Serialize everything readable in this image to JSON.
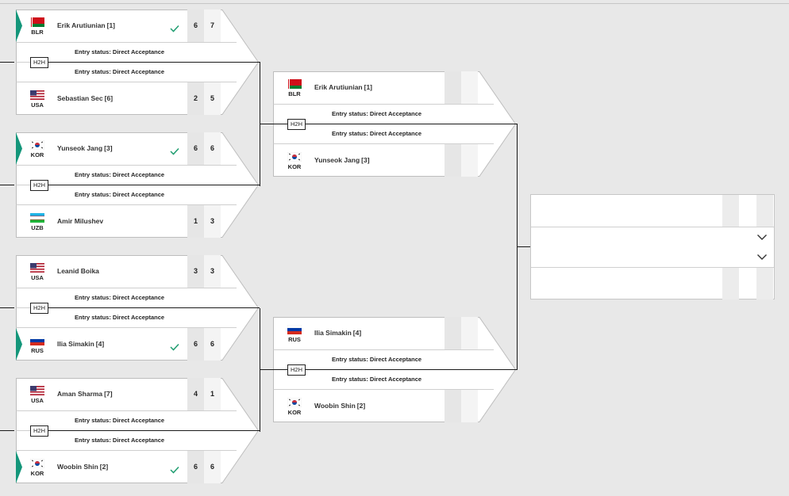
{
  "h2h_label": "H2H",
  "colors": {
    "accent": "#14967a",
    "check": "#1f9d70",
    "score_bg": "#e6e6e6",
    "connector": "#1a1a1a"
  },
  "round1": [
    {
      "players": [
        {
          "code": "BLR",
          "flag": "blr",
          "name": "Erik Arutiunian",
          "seed": "[1]",
          "winner": true,
          "scores": [
            "6",
            "7"
          ]
        },
        {
          "code": "USA",
          "flag": "usa",
          "name": "Sebastian Sec",
          "seed": "[6]",
          "winner": false,
          "scores": [
            "2",
            "5"
          ]
        }
      ],
      "entries": [
        "Entry status: Direct Acceptance",
        "Entry status: Direct Acceptance"
      ]
    },
    {
      "players": [
        {
          "code": "KOR",
          "flag": "kor",
          "name": "Yunseok Jang",
          "seed": "[3]",
          "winner": true,
          "scores": [
            "6",
            "6"
          ]
        },
        {
          "code": "UZB",
          "flag": "uzb",
          "name": "Amir Milushev",
          "seed": "",
          "winner": false,
          "scores": [
            "1",
            "3"
          ]
        }
      ],
      "entries": [
        "Entry status: Direct Acceptance",
        "Entry status: Direct Acceptance"
      ]
    },
    {
      "players": [
        {
          "code": "USA",
          "flag": "usa",
          "name": "Leanid Boika",
          "seed": "",
          "winner": false,
          "scores": [
            "3",
            "3"
          ]
        },
        {
          "code": "RUS",
          "flag": "rus",
          "name": "Ilia Simakin",
          "seed": "[4]",
          "winner": true,
          "scores": [
            "6",
            "6"
          ]
        }
      ],
      "entries": [
        "Entry status: Direct Acceptance",
        "Entry status: Direct Acceptance"
      ]
    },
    {
      "players": [
        {
          "code": "USA",
          "flag": "usa",
          "name": "Aman Sharma",
          "seed": "[7]",
          "winner": false,
          "scores": [
            "4",
            "1"
          ]
        },
        {
          "code": "KOR",
          "flag": "kor",
          "name": "Woobin Shin",
          "seed": "[2]",
          "winner": true,
          "scores": [
            "6",
            "6"
          ]
        }
      ],
      "entries": [
        "Entry status: Direct Acceptance",
        "Entry status: Direct Acceptance"
      ]
    }
  ],
  "round2": [
    {
      "players": [
        {
          "code": "BLR",
          "flag": "blr",
          "name": "Erik Arutiunian",
          "seed": "[1]",
          "winner": false,
          "scores": [
            "",
            ""
          ]
        },
        {
          "code": "KOR",
          "flag": "kor",
          "name": "Yunseok Jang",
          "seed": "[3]",
          "winner": false,
          "scores": [
            "",
            ""
          ]
        }
      ],
      "entries": [
        "Entry status: Direct Acceptance",
        "Entry status: Direct Acceptance"
      ]
    },
    {
      "players": [
        {
          "code": "RUS",
          "flag": "rus",
          "name": "Ilia Simakin",
          "seed": "[4]",
          "winner": false,
          "scores": [
            "",
            ""
          ]
        },
        {
          "code": "KOR",
          "flag": "kor",
          "name": "Woobin Shin",
          "seed": "[2]",
          "winner": false,
          "scores": [
            "",
            ""
          ]
        }
      ],
      "entries": [
        "Entry status: Direct Acceptance",
        "Entry status: Direct Acceptance"
      ]
    }
  ]
}
